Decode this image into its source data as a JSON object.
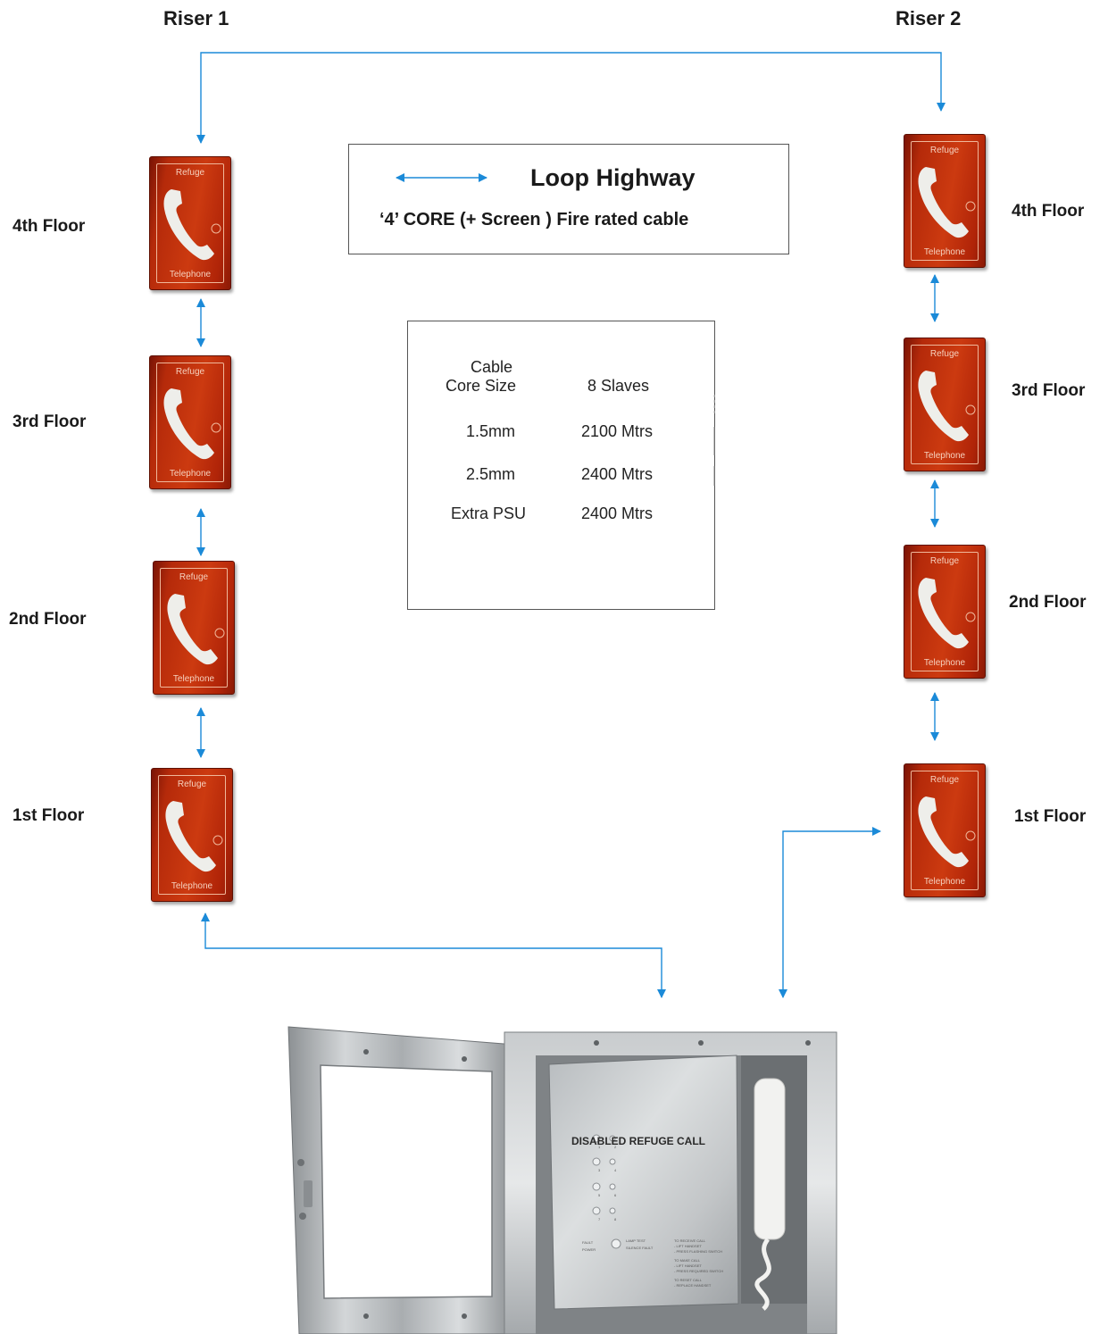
{
  "risers": {
    "left": {
      "title": "Riser 1"
    },
    "right": {
      "title": "Riser 2"
    }
  },
  "floors": {
    "left": [
      "4th Floor",
      "3rd Floor",
      "2nd Floor",
      "1st Floor"
    ],
    "right": [
      "4th Floor",
      "3rd Floor",
      "2nd Floor",
      "1st Floor"
    ]
  },
  "outstation": {
    "top_text": "Refuge",
    "bottom_text": "Telephone"
  },
  "legend": {
    "title": "Loop Highway",
    "subtitle": "‘4’ CORE (+ Screen ) Fire rated cable"
  },
  "cable_table": {
    "header_col1_line1": "Cable",
    "header_col1_line2": "Core Size",
    "header_col2": "8 Slaves",
    "rows": [
      {
        "size": "1.5mm",
        "distance": "2100 Mtrs"
      },
      {
        "size": "2.5mm",
        "distance": "2400 Mtrs"
      },
      {
        "size": "Extra PSU",
        "distance": "2400 Mtrs"
      }
    ]
  },
  "master_panel": {
    "title": "DISABLED REFUGE CALL",
    "indicators": [
      "1",
      "2",
      "3",
      "4",
      "5",
      "6",
      "7",
      "8"
    ],
    "led_labels": [
      "FAULT",
      "POWER"
    ],
    "buttons": [
      "LAMP TEST",
      "SILENCE FAULT"
    ],
    "instructions": [
      "TO RECEIVE CALL",
      "- LIFT HANDSET",
      "- PRESS FLASHING SWITCH",
      "TO MAKE CALL",
      "- LIFT HANDSET",
      "- PRESS REQUIRED SWITCH",
      "TO RESET CALL",
      "- REPLACE HANDSET"
    ]
  },
  "colors": {
    "wire": "#1b8ad8",
    "phone_red": "#c2320d",
    "steel": "#b9bcbe"
  }
}
